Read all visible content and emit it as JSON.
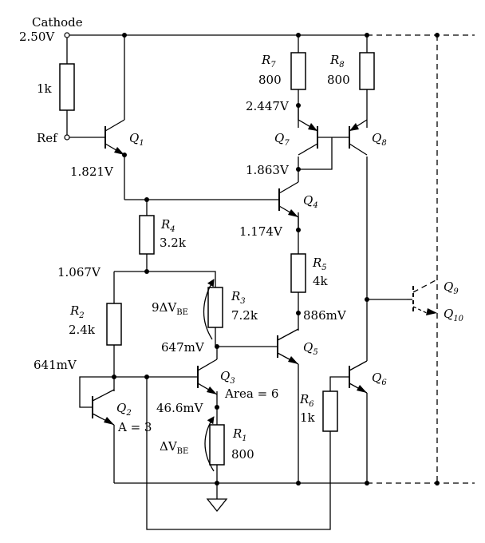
{
  "nodes": {
    "cathode_label": "Cathode",
    "cathode_voltage": "2.50V",
    "ref_label": "Ref",
    "v_q1_emitter": "1.821V",
    "v_q7_base": "2.447V",
    "v_q4_collector": "1.863V",
    "v_q4_emitter": "1.174V",
    "v_r3_top": "1.067V",
    "v_r5_bottom": "886mV",
    "v_q3_base": "647mV",
    "v_q2": "641mV",
    "v_r1_top": "46.6mV"
  },
  "resistors": {
    "r_ref": {
      "value": "1k"
    },
    "r1": {
      "name": "R",
      "sub": "1",
      "value": "800"
    },
    "r2": {
      "name": "R",
      "sub": "2",
      "value": "2.4k"
    },
    "r3": {
      "name": "R",
      "sub": "3",
      "value": "7.2k"
    },
    "r4": {
      "name": "R",
      "sub": "4",
      "value": "3.2k"
    },
    "r5": {
      "name": "R",
      "sub": "5",
      "value": "4k"
    },
    "r6": {
      "name": "R",
      "sub": "6",
      "value": "1k"
    },
    "r7": {
      "name": "R",
      "sub": "7",
      "value": "800"
    },
    "r8": {
      "name": "R",
      "sub": "8",
      "value": "800"
    }
  },
  "transistors": {
    "q1": {
      "name": "Q",
      "sub": "1"
    },
    "q2": {
      "name": "Q",
      "sub": "2",
      "note": "A = 3"
    },
    "q3": {
      "name": "Q",
      "sub": "3",
      "note": "Area = 6"
    },
    "q4": {
      "name": "Q",
      "sub": "4"
    },
    "q5": {
      "name": "Q",
      "sub": "5"
    },
    "q6": {
      "name": "Q",
      "sub": "6"
    },
    "q7": {
      "name": "Q",
      "sub": "7"
    },
    "q8": {
      "name": "Q",
      "sub": "8"
    },
    "q9": {
      "name": "Q",
      "sub": "9"
    },
    "q10": {
      "name": "Q",
      "sub": "10"
    }
  },
  "annotations": {
    "vbe9_prefix": "9ΔV",
    "vbe9_sub": "BE",
    "dvbe_prefix": "ΔV",
    "dvbe_sub": "BE"
  }
}
